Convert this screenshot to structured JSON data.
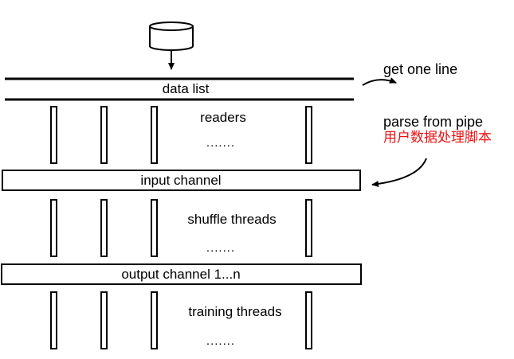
{
  "diagram": {
    "bands": {
      "data_list": "data list",
      "input_channel": "input channel",
      "output_channel": "output channel 1...n"
    },
    "stages": {
      "readers": "readers",
      "readers_ellipsis": ".......",
      "shuffle": "shuffle threads",
      "shuffle_ellipsis": ".......",
      "training": "training threads",
      "training_ellipsis": "......."
    },
    "annotations": {
      "get_one_line": "get one line",
      "parse_from_pipe": "parse from pipe",
      "user_script": "用户数据处理脚本"
    },
    "colors": {
      "line": "#000000",
      "highlight": "#ee1111"
    }
  }
}
